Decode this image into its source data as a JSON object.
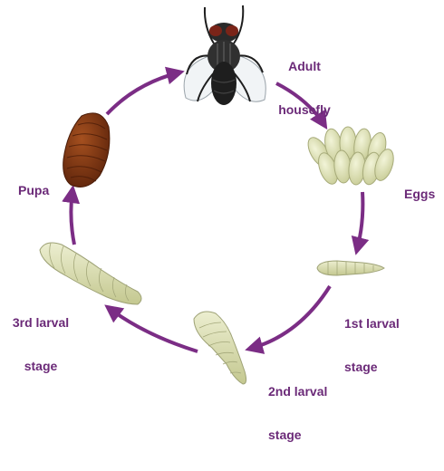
{
  "diagram": {
    "stages": [
      {
        "id": "adult",
        "line1": "Adult",
        "line2": "housefly"
      },
      {
        "id": "eggs",
        "line1": "Eggs",
        "line2": ""
      },
      {
        "id": "first_larval",
        "line1": "1st larval",
        "line2": "stage"
      },
      {
        "id": "second_larval",
        "line1": "2nd larval",
        "line2": "stage"
      },
      {
        "id": "third_larval",
        "line1": "3rd larval",
        "line2": "stage"
      },
      {
        "id": "pupa",
        "line1": "Pupa",
        "line2": ""
      }
    ],
    "colors": {
      "arrow": "#7b2d85",
      "label": "#6b2a78",
      "larva_fill": "#dfe2b8",
      "larva_stroke": "#9ea276",
      "egg_fill": "#e2e5bc",
      "pupa_fill": "#7a3312",
      "fly_body": "#1e1e1e"
    }
  }
}
